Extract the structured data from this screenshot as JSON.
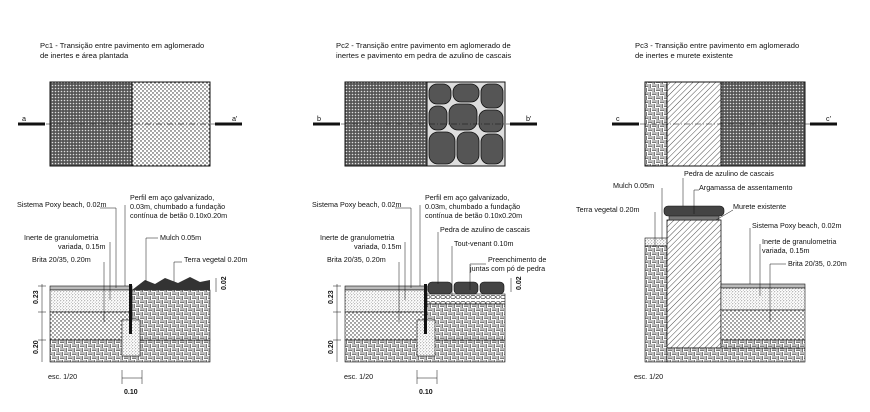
{
  "details": [
    {
      "title_line1": "Pc1 - Transição entre pavimento em aglomerado",
      "title_line2": "de inertes e área plantada",
      "section_left": "a",
      "section_right": "a'",
      "labels": {
        "sistema": "Sistema Poxy beach, 0.02m",
        "perfil_1": "Perfil em aço galvanizado,",
        "perfil_2": "0.03m, chumbado a fundação",
        "perfil_3": "contínua de betão 0.10x0.20m",
        "inerte_1": "Inerte de granulometria",
        "inerte_2": "variada, 0.15m",
        "brita": "Brita 20/35, 0.20m",
        "mulch": "Mulch 0.05m",
        "terra": "Terra vegetal 0.20m"
      },
      "dims": {
        "d023": "0.23",
        "d020": "0.20",
        "d002": "0.02",
        "d010": "0.10"
      },
      "scale": "esc. 1/20"
    },
    {
      "title_line1": "Pc2 - Transição entre pavimento em aglomerado de",
      "title_line2": "inertes e pavimento em pedra de azulino de cascais",
      "section_left": "b",
      "section_right": "b'",
      "labels": {
        "sistema": "Sistema Poxy beach, 0.02m",
        "perfil_1": "Perfil em aço galvanizado,",
        "perfil_2": "0.03m, chumbado a fundação",
        "perfil_3": "contínua de betão 0.10x0.20m",
        "inerte_1": "Inerte de granulometria",
        "inerte_2": "variada, 0.15m",
        "brita": "Brita 20/35, 0.20m",
        "pedra": "Pedra de azulino de cascais",
        "tout": "Tout-venant 0.10m",
        "preench_1": "Preenchimento de",
        "preench_2": "juntas com pó de pedra"
      },
      "dims": {
        "d023": "0.23",
        "d020": "0.20",
        "d002": "0.02",
        "d010": "0.10"
      },
      "scale": "esc. 1/20"
    },
    {
      "title_line1": "Pc3 - Transição entre pavimento em aglomerado",
      "title_line2": "de inertes e murete existente",
      "section_left": "c",
      "section_right": "c'",
      "labels": {
        "pedra": "Pedra de azulino de cascais",
        "mulch": "Mulch 0.05m",
        "argamassa": "Argamassa de assentamento",
        "terra": "Terra vegetal 0.20m",
        "murete": "Murete existente",
        "sistema": "Sistema Poxy beach, 0.02m",
        "inerte_1": "Inerte de granulometria",
        "inerte_2": "variada, 0.15m",
        "brita": "Brita 20/35, 0.20m"
      },
      "scale": "esc. 1/20"
    }
  ]
}
